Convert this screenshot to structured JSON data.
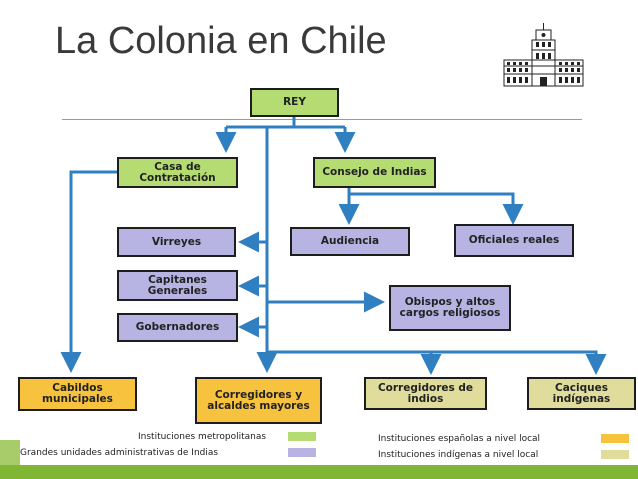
{
  "title": "La Colonia en Chile",
  "colors": {
    "metropolitanas": "#b5dc73",
    "administrativas": "#b7b3e3",
    "espanolas_local": "#f7c23e",
    "indigenas_local": "#dfdc9c",
    "connector": "#2f7fc1"
  },
  "diagram": {
    "rey": "REY",
    "casa_contratacion": "Casa de Contratación",
    "consejo_indias": "Consejo de Indias",
    "virreyes": "Virreyes",
    "capitanes_generales": "Capitanes Generales",
    "gobernadores": "Gobernadores",
    "audiencia": "Audiencia",
    "oficiales_reales": "Oficiales reales",
    "obispos": "Obispos y altos cargos religiosos",
    "cabildos": "Cabildos municipales",
    "corregidores_alcaldes": "Corregidores y alcaldes mayores",
    "corregidores_indios": "Corregidores de indios",
    "caciques": "Caciques indígenas"
  },
  "legend": {
    "metropolitanas": "Instituciones metropolitanas",
    "administrativas": "Grandes unidades administrativas de Indias",
    "espanolas_local": "Instituciones españolas a nivel local",
    "indigenas_local": "Instituciones indígenas a nivel local"
  },
  "logo_icon": "government-palace-icon"
}
